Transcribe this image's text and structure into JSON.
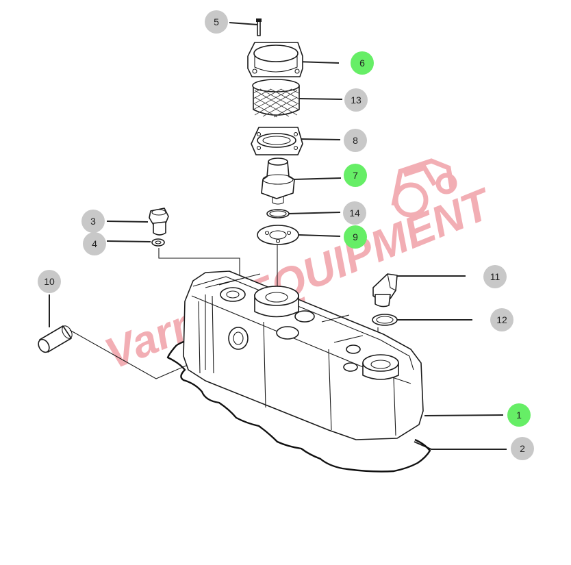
{
  "watermark": {
    "text": "Varner EQUIPMENT",
    "color": "#f0a0a8"
  },
  "colors": {
    "callout_default": "#c8c8c8",
    "callout_highlight": "#66ee66",
    "line": "#1a1a1a"
  },
  "callouts": [
    {
      "id": "5",
      "label": "5",
      "highlighted": false
    },
    {
      "id": "6",
      "label": "6",
      "highlighted": true
    },
    {
      "id": "13",
      "label": "13",
      "highlighted": false
    },
    {
      "id": "8",
      "label": "8",
      "highlighted": false
    },
    {
      "id": "7",
      "label": "7",
      "highlighted": true
    },
    {
      "id": "14",
      "label": "14",
      "highlighted": false
    },
    {
      "id": "9",
      "label": "9",
      "highlighted": true
    },
    {
      "id": "3",
      "label": "3",
      "highlighted": false
    },
    {
      "id": "4",
      "label": "4",
      "highlighted": false
    },
    {
      "id": "10",
      "label": "10",
      "highlighted": false
    },
    {
      "id": "11",
      "label": "11",
      "highlighted": false
    },
    {
      "id": "12",
      "label": "12",
      "highlighted": false
    },
    {
      "id": "1",
      "label": "1",
      "highlighted": true
    },
    {
      "id": "2",
      "label": "2",
      "highlighted": false
    }
  ]
}
